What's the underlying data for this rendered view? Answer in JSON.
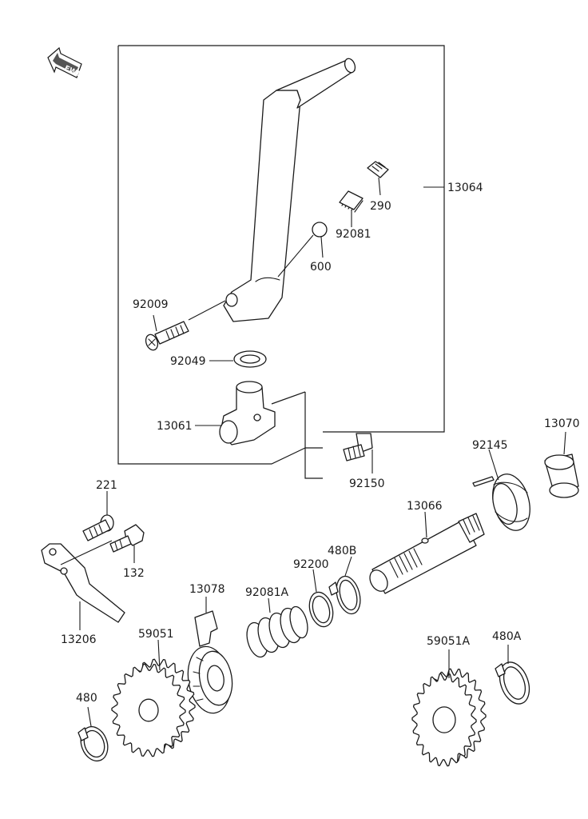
{
  "fwd_badge": "FWD",
  "parts": {
    "p13064": "13064",
    "p290": "290",
    "p92081": "92081",
    "p600": "600",
    "p92009": "92009",
    "p92049": "92049",
    "p13061": "13061",
    "p92150": "92150",
    "p13070": "13070",
    "p92145": "92145",
    "p13066": "13066",
    "p221": "221",
    "p132": "132",
    "p13206": "13206",
    "p480B": "480B",
    "p92200": "92200",
    "p92081A": "92081A",
    "p13078": "13078",
    "p59051": "59051",
    "p480": "480",
    "p59051A": "59051A",
    "p480A": "480A"
  }
}
